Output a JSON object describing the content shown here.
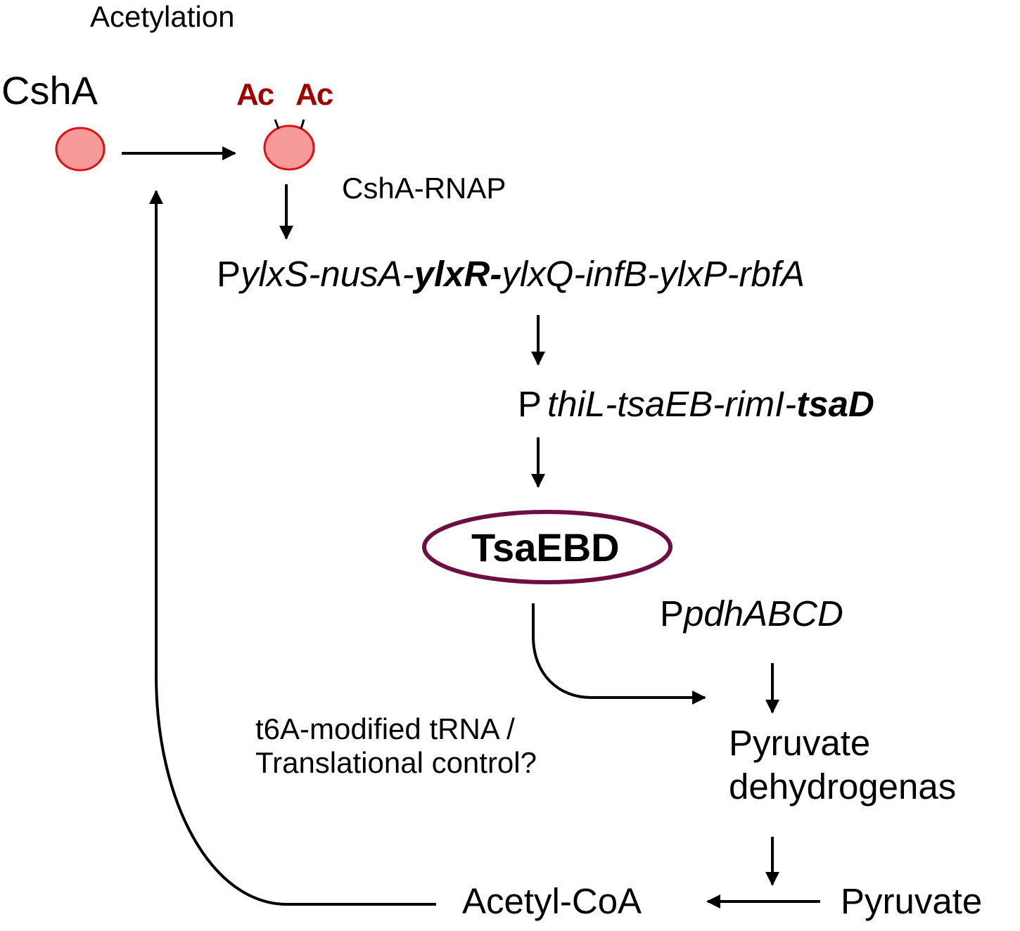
{
  "labels": {
    "acetylation": "Acetylation",
    "csha": "CshA",
    "ac_left": "Ac",
    "ac_right": "Ac",
    "csha_rnap": "CshA-RNAP",
    "operon1": {
      "p": "P",
      "part1": "ylxS-nusA-",
      "bold": "ylxR-",
      "part2": "ylxQ-infB-ylxP-rbfA"
    },
    "operon2": {
      "p": "P",
      "part1": "thiL-tsaEB-rimI-",
      "bold": "tsaD"
    },
    "tsaebd": "TsaEBD",
    "pdh_promoter": {
      "p": "P",
      "gene": "pdhABCD"
    },
    "t6a_line1": "t6A-modified tRNA /",
    "t6a_line2": "Translational control?",
    "pdh_line1": "Pyruvate",
    "pdh_line2": "dehydrogenas",
    "acetyl_coa": "Acetyl-CoA",
    "pyruvate": "Pyruvate"
  },
  "colors": {
    "protein_fill": "#f79a9a",
    "protein_stroke": "#e01010",
    "acetyl_text": "#a00000",
    "tsaebd_stroke": "#6e0e44",
    "line": "#000000"
  }
}
